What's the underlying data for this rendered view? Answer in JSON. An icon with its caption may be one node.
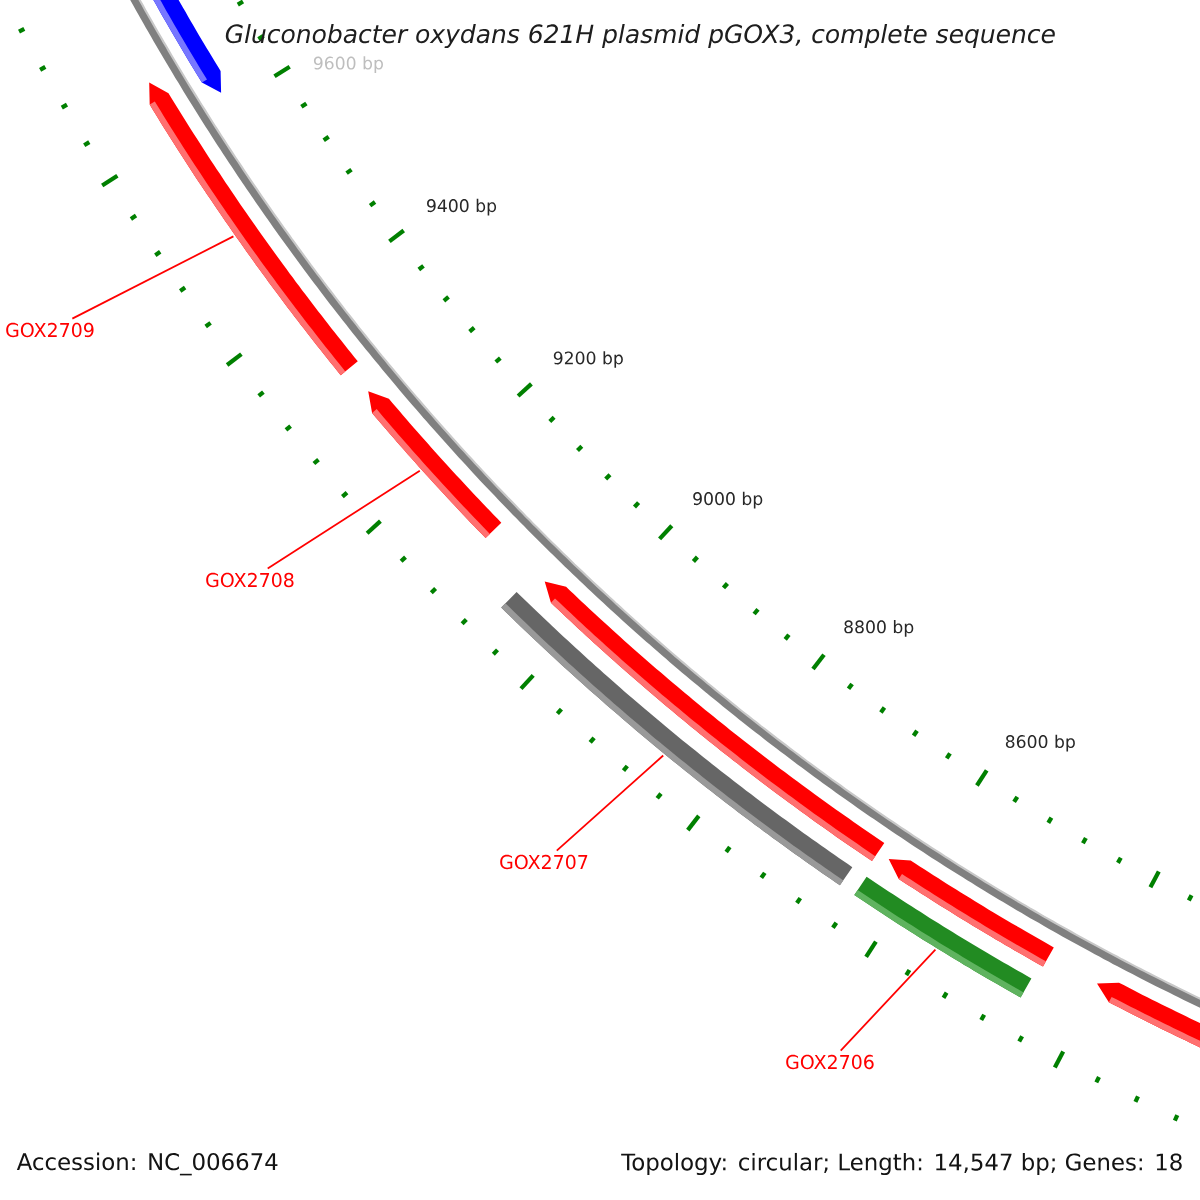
{
  "diagram": {
    "title": "Gluconobacter oxydans 621H plasmid pGOX3, complete sequence",
    "nodes": [
      {
        "text": [
          "GOX2709"
        ]
      },
      {
        "text": [
          "GOX2708"
        ]
      },
      {
        "text": [
          "GOX2707"
        ]
      },
      {
        "text": [
          "GOX2706"
        ]
      },
      {
        "text": [],
        "shape": "arrow"
      },
      {
        "text": [],
        "shape": "arrow"
      },
      {
        "text": [],
        "shape": "arrow"
      },
      {
        "text": [],
        "shape": "arrow"
      },
      {
        "text": [],
        "shape": "bar"
      },
      {
        "text": [],
        "shape": "arrow"
      },
      {
        "text": [],
        "shape": "bar"
      },
      {
        "text": [],
        "shape": "arrow"
      }
    ],
    "edges": [
      {
        "from": 0,
        "to": 5,
        "arrow": "none"
      },
      {
        "from": 1,
        "to": 6,
        "arrow": "none"
      },
      {
        "from": 2,
        "to": 8,
        "arrow": "none"
      },
      {
        "from": 3,
        "to": 10,
        "arrow": "none"
      }
    ],
    "labels": [
      "9600 bp",
      "9400 bp",
      "9200 bp",
      "9000 bp",
      "8800 bp",
      "8600 bp",
      "Accession: NC_006674",
      "Topology: circular; Length: 14,547 bp; Genes: 18"
    ]
  }
}
